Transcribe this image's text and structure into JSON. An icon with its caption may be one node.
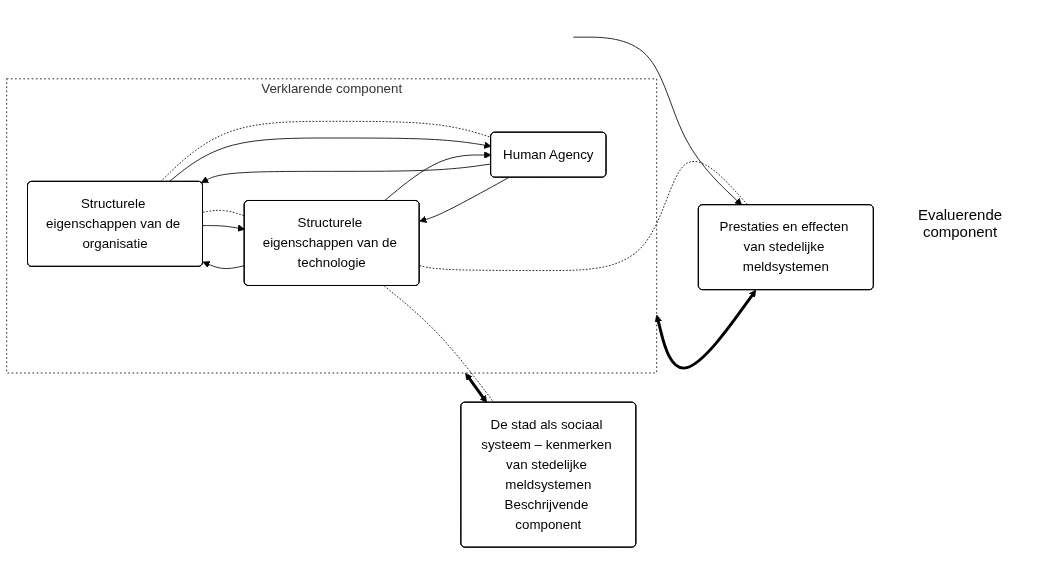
{
  "diagram": {
    "nodes": [
      {
        "text": [
          "Verklarende component"
        ]
      },
      {
        "text": [
          "Structurele eigenschappen van de organisatie"
        ],
        "in": 0
      },
      {
        "text": [
          "Structurele eigenschappen van de technologie"
        ],
        "in": 0
      },
      {
        "text": [
          "Human Agency"
        ],
        "in": 0
      },
      {
        "text": [
          "De stad als sociaal systeem – kenmerken van stedelijke meldsystemen",
          "Beschrijvende component"
        ]
      },
      {
        "text": [
          "Prestaties en effecten van stedelijke meldsystemen"
        ]
      }
    ],
    "edges": [
      {
        "from": 1,
        "to": 2,
        "arrow": "none",
        "style": "dashed"
      },
      {
        "from": 2,
        "to": 5,
        "arrow": "none",
        "style": "dashed"
      },
      {
        "from": 1,
        "to": 3,
        "arrow": "none",
        "style": "dashed"
      },
      {
        "from": 2,
        "to": 4,
        "arrow": "none",
        "style": "dashed"
      },
      {
        "from": 1,
        "to": 3,
        "arrow": "to"
      },
      {
        "from": 3,
        "to": 1,
        "arrow": "to"
      },
      {
        "from": 3,
        "to": 2,
        "arrow": "to"
      },
      {
        "from": 2,
        "to": 3,
        "arrow": "to"
      },
      {
        "from": 2,
        "to": 1,
        "arrow": "to"
      },
      {
        "from": 1,
        "to": 2,
        "arrow": "to"
      },
      {
        "from": 0,
        "to": 5,
        "arrow": "both",
        "style": "thick"
      },
      {
        "from": 0,
        "to": 4,
        "arrow": "both",
        "style": "thick"
      },
      {
        "from": null,
        "to": 5,
        "arrow": "to"
      }
    ],
    "labels": [
      "Evaluerende component"
    ]
  }
}
